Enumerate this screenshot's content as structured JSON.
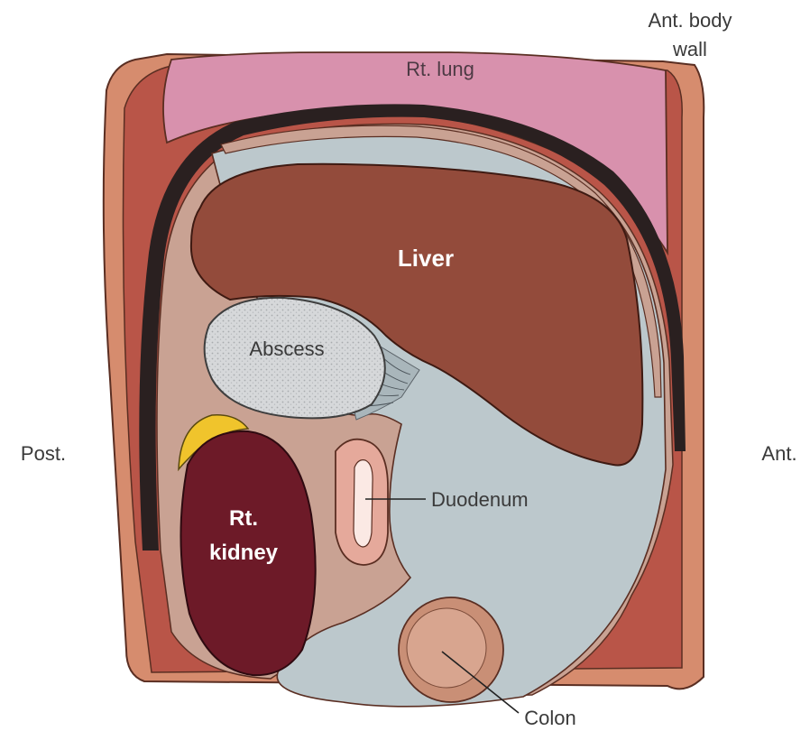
{
  "labels": {
    "rt_lung": "Rt. lung",
    "ant_body_wall_line1": "Ant. body",
    "ant_body_wall_line2": "wall",
    "liver": "Liver",
    "abscess": "Abscess",
    "post": "Post.",
    "ant": "Ant.",
    "duodenum": "Duodenum",
    "rt_kidney_line1": "Rt.",
    "rt_kidney_line2": "kidney",
    "colon": "Colon"
  },
  "colors": {
    "body_wall": "#d68c6e",
    "muscle_red": "#b95548",
    "lung": "#d891ad",
    "diaphragm": "#2a2020",
    "peritoneal_fat": "#c9a293",
    "peritoneal_space": "#bcc8cc",
    "liver": "#934b3b",
    "abscess": "#d4d6d8",
    "kidney": "#6d1a28",
    "adrenal_fat": "#f0c42c",
    "duodenum": "#e5a99b",
    "colon": "#c98f76"
  }
}
